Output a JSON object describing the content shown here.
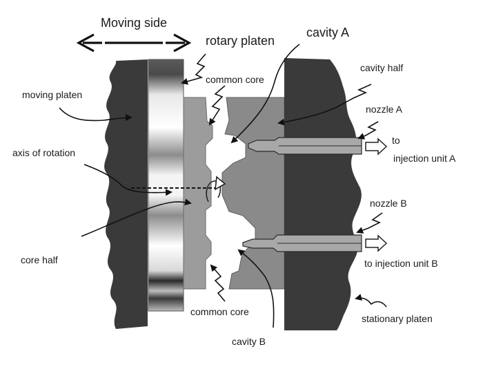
{
  "labels": {
    "moving_side": "Moving side",
    "rotary_platen": "rotary platen",
    "cavity_a": "cavity A",
    "cavity_half": "cavity half",
    "moving_platen": "moving platen",
    "common_core_top": "common core",
    "nozzle_a": "nozzle A",
    "to_a": "to",
    "injection_unit_a": "injection unit A",
    "axis_of_rotation": "axis of rotation",
    "nozzle_b": "nozzle B",
    "core_half": "core half",
    "to_injection_unit_b": "to injection unit B",
    "common_core_bottom": "common core",
    "stationary_platen": "stationary platen",
    "cavity_b": "cavity B"
  },
  "colors": {
    "platen": "#3a3a3a",
    "core": "#9c9c9c",
    "cavity": "#8a8a8a",
    "ink": "#111111"
  },
  "icons": {
    "direction_arrow": "double-headed-arrow-icon",
    "rotation_arrow": "curved-rotation-arrow-icon",
    "flow_arrow": "outline-right-arrow-icon"
  }
}
